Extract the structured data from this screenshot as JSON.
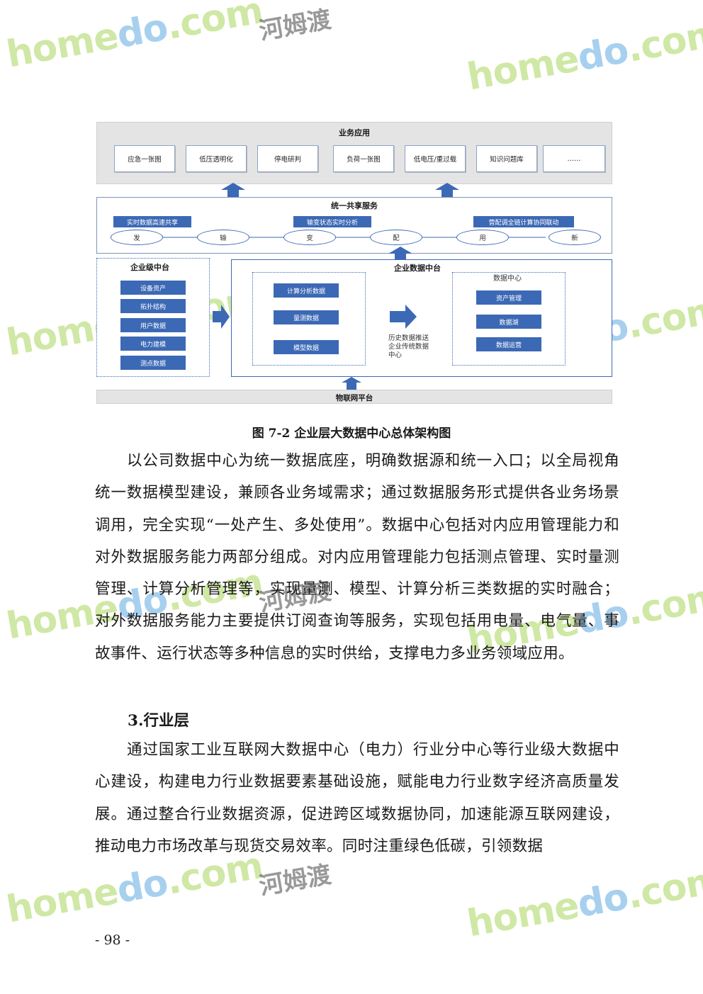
{
  "diagram": {
    "business_app_title": "业务应用",
    "apps": [
      "应急一张图",
      "低压透明化",
      "停电研判",
      "负荷一张图",
      "低电压/重过载",
      "知识问题库",
      "……"
    ],
    "shared_service_title": "统一共享服务",
    "shared_bars": [
      "实时数据高速共享",
      "输变状态实时分析",
      "营配调全链计算协同联动"
    ],
    "chain": [
      "发",
      "输",
      "变",
      "配",
      "用",
      "新"
    ],
    "enterprise_middle_title": "企业级中台",
    "enterprise_middle_items": [
      "设备资产",
      "拓扑结构",
      "用户数据",
      "电力建模",
      "测点数据"
    ],
    "data_middle_title": "企业数据中台",
    "data_middle_left_items": [
      "计算分析数据",
      "量测数据",
      "模型数据"
    ],
    "history_text": "历史数据推送企业传统数据中心",
    "data_center_title": "数据中心",
    "data_center_items": [
      "资产管理",
      "数据湖",
      "数据运营"
    ],
    "iot_title": "物联网平台"
  },
  "caption": "图 7-2 企业层大数据中心总体架构图",
  "paragraph1": "以公司数据中心为统一数据底座，明确数据源和统一入口；以全局视角统一数据模型建设，兼顾各业务域需求；通过数据服务形式提供各业务场景调用，完全实现“一处产生、多处使用”。数据中心包括对内应用管理能力和对外数据服务能力两部分组成。对内应用管理能力包括测点管理、实时量测管理、计算分析管理等，实现量测、模型、计算分析三类数据的实时融合；对外数据服务能力主要提供订阅查询等服务，实现包括用电量、电气量、事故事件、运行状态等多种信息的实时供给，支撑电力多业务领域应用。",
  "heading3": "3.行业层",
  "paragraph2": "通过国家工业互联网大数据中心（电力）行业分中心等行业级大数据中心建设，构建电力行业数据要素基础设施，赋能电力行业数字经济高质量发展。通过整合行业数据资源，促进跨区域数据协同，加速能源互联网建设，推动电力市场改革与现货交易效率。同时注重绿色低碳，引领数据",
  "page_number": "- 98 -",
  "watermark": {
    "brand_a": "home",
    "brand_b": "do",
    "brand_c": ".com",
    "cn": "河姆渡"
  }
}
